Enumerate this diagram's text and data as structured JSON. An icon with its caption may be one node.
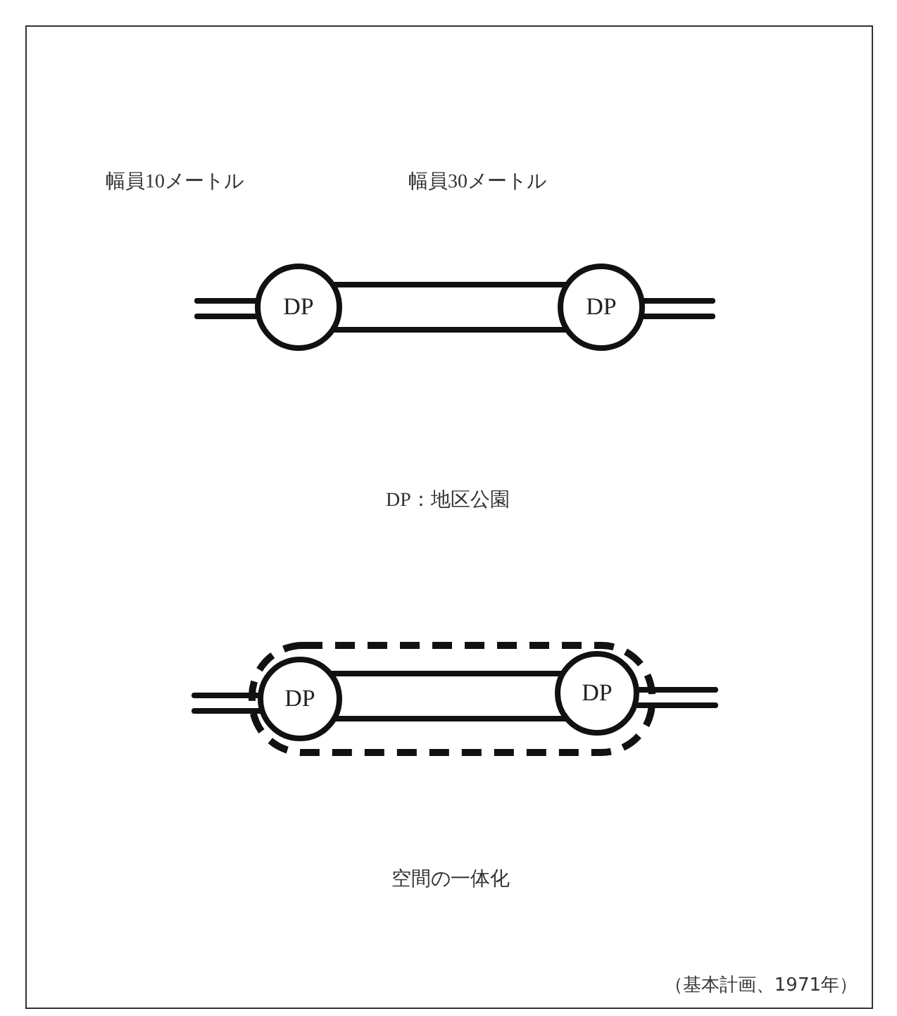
{
  "diagram": {
    "caption": "（基本計画、1971年）",
    "nodes": [
      {
        "text": [
          "DP"
        ]
      },
      {
        "text": [
          "DP"
        ]
      },
      {
        "text": [],
        "shape": "box"
      },
      {
        "text": [
          "DP"
        ],
        "in": 2
      },
      {
        "text": [
          "DP"
        ],
        "in": 2
      }
    ],
    "edges": [
      {
        "from": null,
        "to": 0,
        "arrow": "none"
      },
      {
        "from": 0,
        "to": 1,
        "arrow": "none"
      },
      {
        "from": 1,
        "to": null,
        "arrow": "none"
      },
      {
        "from": null,
        "to": 3,
        "arrow": "none"
      },
      {
        "from": 3,
        "to": 4,
        "arrow": "none"
      },
      {
        "from": 4,
        "to": null,
        "arrow": "none"
      }
    ],
    "labels": [
      "幅員10メートル",
      "幅員30メートル",
      "DP：地区公園",
      "空間の一体化"
    ]
  }
}
